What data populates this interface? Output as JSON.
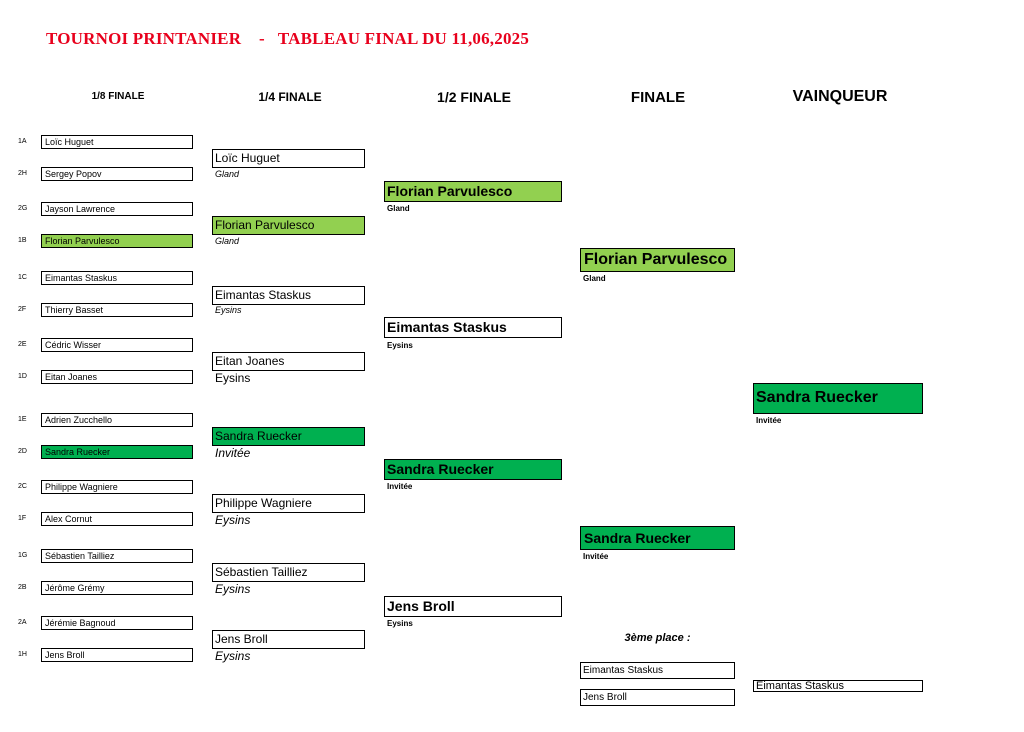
{
  "title": "TOURNOI PRINTANIER    -   TABLEAU FINAL DU 11,06,2025",
  "columns": {
    "r16": "1/8 FINALE",
    "qf": "1/4 FINALE",
    "sf": "1/2 FINALE",
    "final": "FINALE",
    "winner": "VAINQUEUR"
  },
  "round_of_16": [
    {
      "seed": "1A",
      "name": "Loïc Huguet"
    },
    {
      "seed": "2H",
      "name": "Sergey Popov"
    },
    {
      "seed": "2G",
      "name": "Jayson Lawrence"
    },
    {
      "seed": "1B",
      "name": "Florian Parvulesco"
    },
    {
      "seed": "1C",
      "name": "Eimantas Staskus"
    },
    {
      "seed": "2F",
      "name": "Thierry Basset"
    },
    {
      "seed": "2E",
      "name": "Cédric Wisser"
    },
    {
      "seed": "1D",
      "name": "Eitan Joanes"
    },
    {
      "seed": "1E",
      "name": "Adrien Zucchello"
    },
    {
      "seed": "2D",
      "name": "Sandra Ruecker"
    },
    {
      "seed": "2C",
      "name": "Philippe Wagniere"
    },
    {
      "seed": "1F",
      "name": "Alex Cornut"
    },
    {
      "seed": "1G",
      "name": "Sébastien Tailliez"
    },
    {
      "seed": "2B",
      "name": "Jérôme Grémy"
    },
    {
      "seed": "2A",
      "name": "Jérémie Bagnoud"
    },
    {
      "seed": "1H",
      "name": "Jens Broll"
    }
  ],
  "quarter_finals": [
    {
      "name": "Loïc Huguet",
      "club": "Gland"
    },
    {
      "name": "Florian Parvulesco",
      "club": "Gland"
    },
    {
      "name": "Eimantas Staskus",
      "club": "Eysins"
    },
    {
      "name": "Eitan Joanes",
      "club": "Eysins"
    },
    {
      "name": "Sandra Ruecker",
      "club": "Invitée"
    },
    {
      "name": "Philippe Wagniere",
      "club": "Eysins"
    },
    {
      "name": "Sébastien Tailliez",
      "club": "Eysins"
    },
    {
      "name": "Jens Broll",
      "club": "Eysins"
    }
  ],
  "semi_finals": [
    {
      "name": "Florian Parvulesco",
      "club": "Gland"
    },
    {
      "name": "Eimantas Staskus",
      "club": "Eysins"
    },
    {
      "name": "Sandra Ruecker",
      "club": "Invitée"
    },
    {
      "name": "Jens Broll",
      "club": "Eysins"
    }
  ],
  "finals": [
    {
      "name": "Florian Parvulesco",
      "club": "Gland"
    },
    {
      "name": "Sandra Ruecker",
      "club": "Invitée"
    }
  ],
  "winner": {
    "name": "Sandra Ruecker",
    "club": "Invitée"
  },
  "third_place": {
    "label": "3ème place :",
    "players": [
      "Eimantas Staskus",
      "Jens Broll"
    ],
    "winner": "Eimantas Staskus"
  },
  "colors": {
    "title": "#e8001c",
    "highlight_light_green": "#92d050",
    "highlight_green": "#00b050"
  }
}
